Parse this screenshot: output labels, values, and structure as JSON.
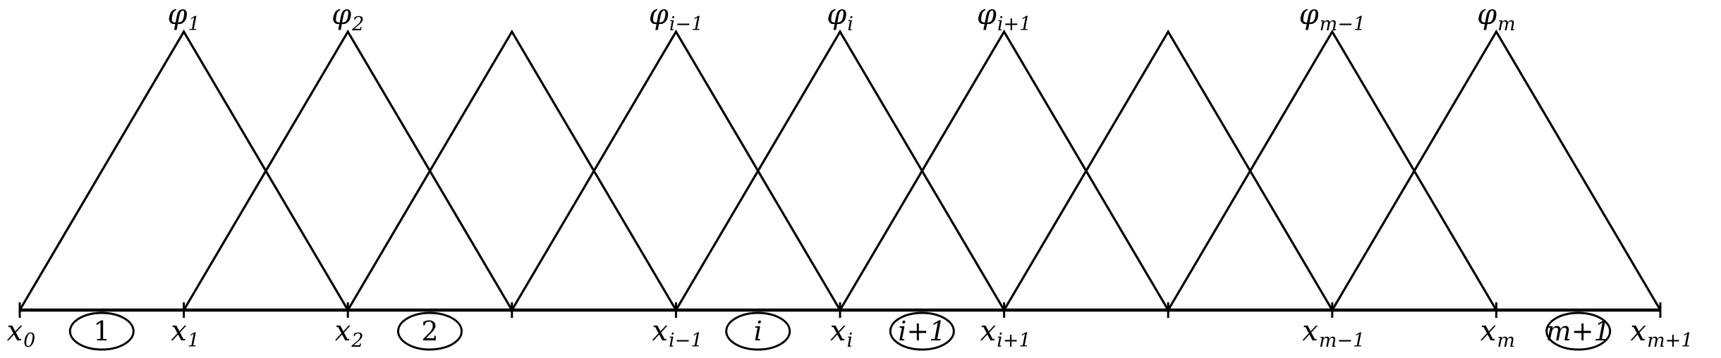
{
  "nodes": [
    {
      "base": "x",
      "sub": "0"
    },
    {
      "base": "x",
      "sub": "1"
    },
    {
      "base": "x",
      "sub": "2"
    },
    {
      "base": "",
      "sub": ""
    },
    {
      "base": "x",
      "sub": "i−1"
    },
    {
      "base": "x",
      "sub": "i"
    },
    {
      "base": "x",
      "sub": "i+1"
    },
    {
      "base": "",
      "sub": ""
    },
    {
      "base": "x",
      "sub": "m−1"
    },
    {
      "base": "x",
      "sub": "m"
    },
    {
      "base": "x",
      "sub": "m+1"
    }
  ],
  "basis_functions": [
    {
      "node": 1,
      "base": "φ",
      "sub": "1"
    },
    {
      "node": 2,
      "base": "φ",
      "sub": "2"
    },
    {
      "node": 3,
      "base": "",
      "sub": ""
    },
    {
      "node": 4,
      "base": "φ",
      "sub": "i−1"
    },
    {
      "node": 5,
      "base": "φ",
      "sub": "i"
    },
    {
      "node": 6,
      "base": "φ",
      "sub": "i+1"
    },
    {
      "node": 7,
      "base": "",
      "sub": ""
    },
    {
      "node": 8,
      "base": "φ",
      "sub": "m−1"
    },
    {
      "node": 9,
      "base": "φ",
      "sub": "m"
    }
  ],
  "elements": [
    {
      "between": [
        0,
        1
      ],
      "label": "1",
      "italic": false
    },
    {
      "between": [
        2,
        3
      ],
      "label": "2",
      "italic": false
    },
    {
      "between": [
        4,
        5
      ],
      "label": "i",
      "italic": true
    },
    {
      "between": [
        5,
        6
      ],
      "label": "i+1",
      "italic": true
    },
    {
      "between": [
        9,
        10
      ],
      "label": "m+1",
      "italic": true
    }
  ]
}
